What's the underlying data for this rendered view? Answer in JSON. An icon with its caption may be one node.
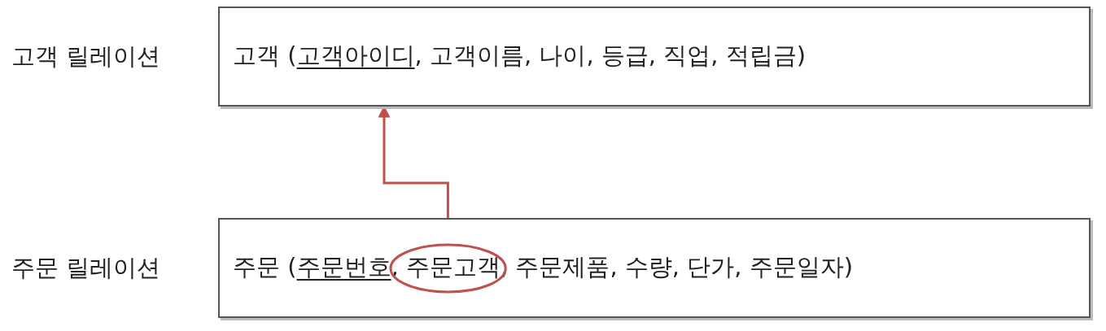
{
  "diagram": {
    "nodes": [
      {
        "text": [
          "고객 (고객아이디, 고객이름, 나이, 등급, 직업, 적립금)"
        ],
        "beside": [
          "고객 릴레이션"
        ]
      },
      {
        "text": [
          "주문 (주문번호, 주문고객, 주문제품, 수량, 단가, 주문일자)"
        ],
        "beside": [
          "주문 릴레이션"
        ]
      },
      {
        "text": [],
        "shape": "circle",
        "in": 1
      }
    ],
    "edges": [
      {
        "from": 2,
        "to": 0,
        "arrow": "to"
      }
    ]
  }
}
